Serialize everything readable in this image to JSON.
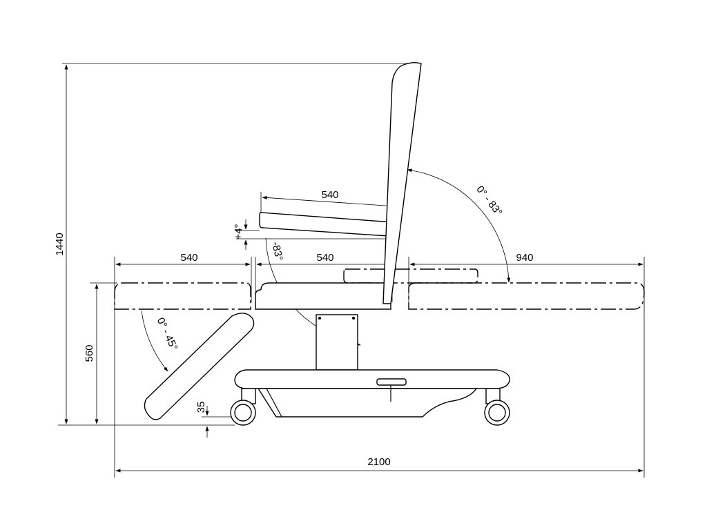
{
  "drawing": {
    "title": "",
    "dimensions": {
      "total_length": "2100",
      "total_height": "1440",
      "seat_height": "560",
      "leg_section_length": "540",
      "seat_section_length": "540",
      "back_length_flat": "940",
      "seat_cushion_length": "540",
      "wheel_clearance": "35"
    },
    "angles": {
      "back_range": "0° - 83°",
      "leg_range": "0° - 45°",
      "seat_tilt": "+4°",
      "back_tilt_negative": "-83°"
    }
  }
}
